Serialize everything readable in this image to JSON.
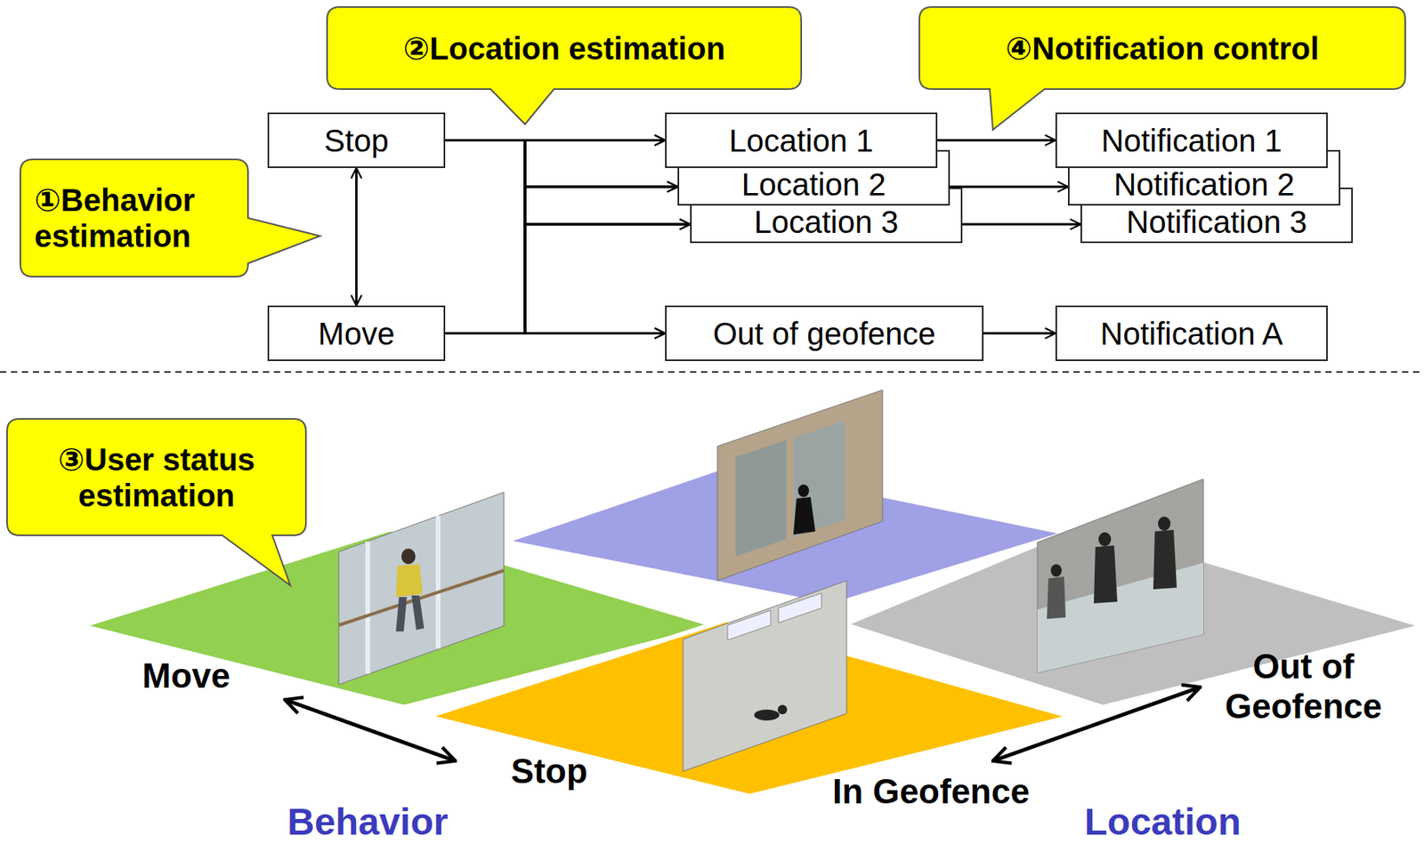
{
  "diagram": {
    "nodes": [
      {
        "text": [
          "②Location estimation"
        ]
      },
      {
        "text": [
          "④Notification control"
        ]
      },
      {
        "text": [
          "Stop"
        ]
      },
      {
        "text": [
          "Location 1"
        ]
      },
      {
        "text": [
          "Location 2"
        ]
      },
      {
        "text": [
          "Location 3"
        ]
      },
      {
        "text": [
          "Notification 1"
        ]
      },
      {
        "text": [
          "Notification 2"
        ]
      },
      {
        "text": [
          "Notification 3"
        ]
      },
      {
        "text": [
          "①Behavior estimation"
        ]
      },
      {
        "text": [
          "Move"
        ]
      },
      {
        "text": [
          "Out of geofence"
        ]
      },
      {
        "text": [
          "Notification A"
        ]
      },
      {
        "text": [
          "③User status estimation"
        ]
      }
    ],
    "edges": [
      {
        "from": 2,
        "to": 10,
        "arrow": "both"
      },
      {
        "from": 2,
        "to": 3,
        "arrow": "to"
      },
      {
        "from": 2,
        "to": 4,
        "arrow": "to"
      },
      {
        "from": 2,
        "to": 5,
        "arrow": "to"
      },
      {
        "from": 2,
        "to": 11,
        "arrow": "to"
      },
      {
        "from": 10,
        "to": 3,
        "arrow": "to"
      },
      {
        "from": 10,
        "to": 4,
        "arrow": "to"
      },
      {
        "from": 10,
        "to": 5,
        "arrow": "to"
      },
      {
        "from": 10,
        "to": 11,
        "arrow": "to"
      },
      {
        "from": 3,
        "to": 6,
        "arrow": "to"
      },
      {
        "from": 4,
        "to": 7,
        "arrow": "to"
      },
      {
        "from": 5,
        "to": 8,
        "arrow": "to"
      },
      {
        "from": 11,
        "to": 12,
        "arrow": "to"
      }
    ],
    "labels": [
      "Move",
      "Stop",
      "In Geofence",
      "Out of Geofence",
      "Behavior",
      "Location"
    ]
  }
}
